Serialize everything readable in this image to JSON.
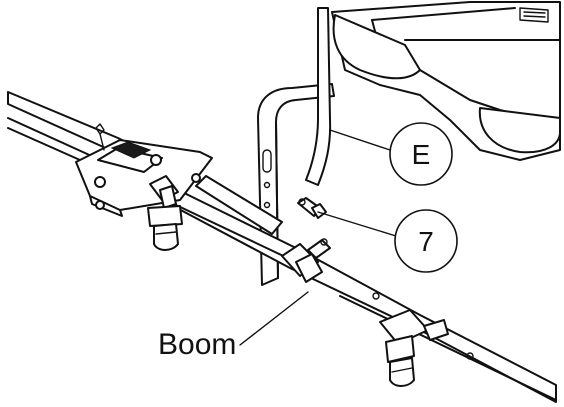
{
  "callouts": {
    "e": "E",
    "seven": "7"
  },
  "labels": {
    "boom": "Boom"
  }
}
